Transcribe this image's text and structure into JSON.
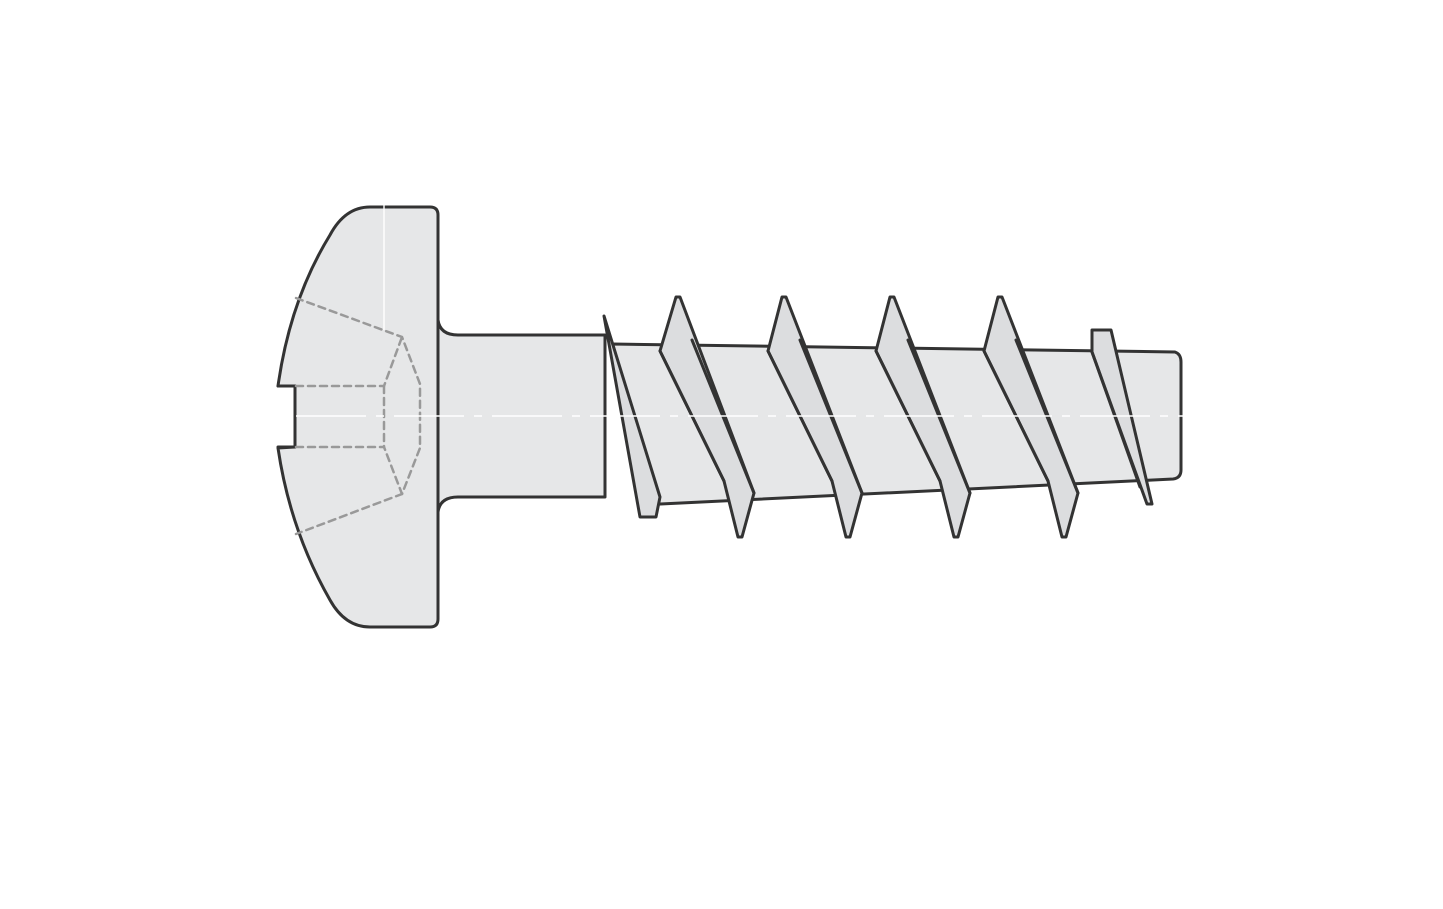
{
  "drawing": {
    "subject": "pan-head-slotted-thread-forming-screw",
    "view": "side-elevation",
    "thread_turns_visible": 6,
    "has_slot": true,
    "has_hidden_recess": true,
    "colors": {
      "background": "#ffffff",
      "body_fill": "#e6e7e8",
      "flank_fill": "#dcdddf",
      "outline": "#333333",
      "hidden_line": "#999999",
      "center_line": "#ffffff"
    }
  }
}
